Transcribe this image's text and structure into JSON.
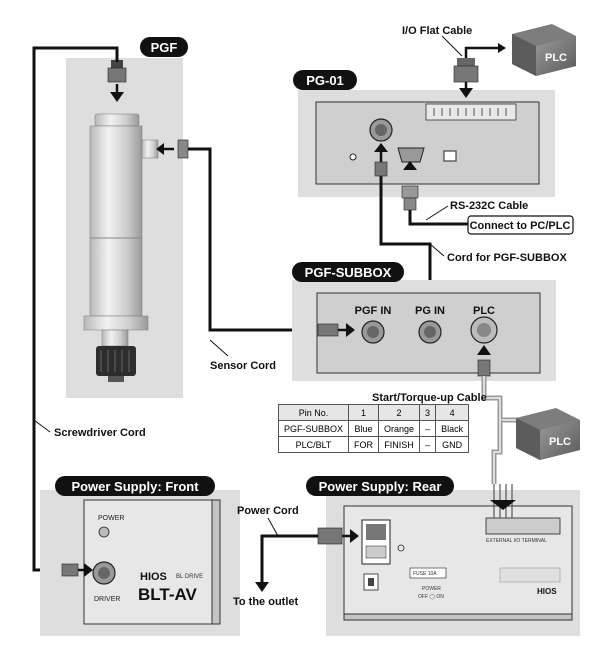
{
  "sections": {
    "pgf": "PGF",
    "pg01": "PG-01",
    "subbox": "PGF-SUBBOX",
    "ps_front": "Power Supply: Front",
    "ps_rear": "Power Supply: Rear"
  },
  "devices": {
    "plc_top": "PLC",
    "plc_right": "PLC"
  },
  "cables": {
    "io_flat": "I/O Flat Cable",
    "rs232c": "RS-232C Cable",
    "connect_pc": "Connect to PC/PLC",
    "cord_subbox": "Cord for PGF-SUBBOX",
    "sensor": "Sensor Cord",
    "start_torque": "Start/Torque-up Cable",
    "screwdriver": "Screwdriver Cord",
    "power": "Power Cord",
    "outlet": "To the outlet"
  },
  "subbox_ports": {
    "pgf_in": "PGF IN",
    "pg_in": "PG IN",
    "plc": "PLC"
  },
  "front_panel": {
    "power": "POWER",
    "driver": "DRIVER",
    "brand": "HIOS",
    "sub": "BL DRIVE",
    "model": "BLT-AV"
  },
  "rear_panel": {
    "fuse": "FUSE 10A",
    "power": "POWER",
    "off_on": "OFF ◯ ON",
    "ext": "EXTERNAL I/O TERMINAL",
    "brand": "HIOS"
  },
  "pin_table": {
    "header": [
      "Pin No.",
      "1",
      "2",
      "3",
      "4"
    ],
    "rows": [
      [
        "PGF-SUBBOX",
        "Blue",
        "Orange",
        "–",
        "Black"
      ],
      [
        "PLC/BLT",
        "FOR",
        "FINISH",
        "–",
        "GND"
      ]
    ]
  }
}
